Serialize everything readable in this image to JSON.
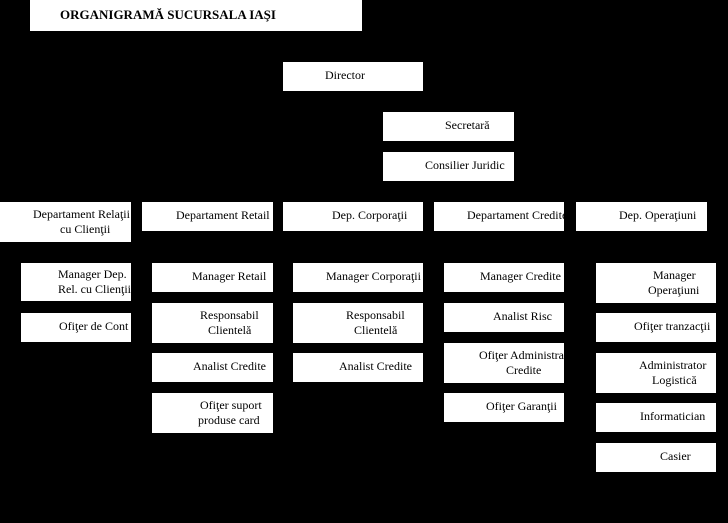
{
  "title": "ORGANIGRAMĂ SUCURSALA IAŞI",
  "top": {
    "director": "Director",
    "secretara": "Secretară",
    "consilier": "Consilier Juridic"
  },
  "departments": [
    {
      "name": [
        "Departament Relaţii",
        "cu Clienţii"
      ],
      "roles": [
        [
          "Manager Dep.",
          "Rel. cu Clienţii"
        ],
        [
          "Ofiţer de Cont"
        ]
      ]
    },
    {
      "name": [
        "Departament Retail"
      ],
      "roles": [
        [
          "Manager Retail"
        ],
        [
          "Responsabil",
          "Clientelă"
        ],
        [
          "Analist Credite"
        ],
        [
          "Ofiţer suport",
          "produse card"
        ]
      ]
    },
    {
      "name": [
        "Dep. Corporaţii"
      ],
      "roles": [
        [
          "Manager Corporaţii"
        ],
        [
          "Responsabil",
          "Clientelă"
        ],
        [
          "Analist Credite"
        ]
      ]
    },
    {
      "name": [
        "Departament Credite"
      ],
      "roles": [
        [
          "Manager Credite"
        ],
        [
          "Analist Risc"
        ],
        [
          "Ofiţer Administrare",
          "Credite"
        ],
        [
          "Ofiţer Garanţii"
        ]
      ]
    },
    {
      "name": [
        "Dep. Operaţiuni"
      ],
      "roles": [
        [
          "Manager",
          "Operaţiuni"
        ],
        [
          "Ofiţer tranzacţii"
        ],
        [
          "Administrator",
          "Logistică"
        ],
        [
          "Informatician"
        ],
        [
          "Casier"
        ]
      ]
    }
  ]
}
